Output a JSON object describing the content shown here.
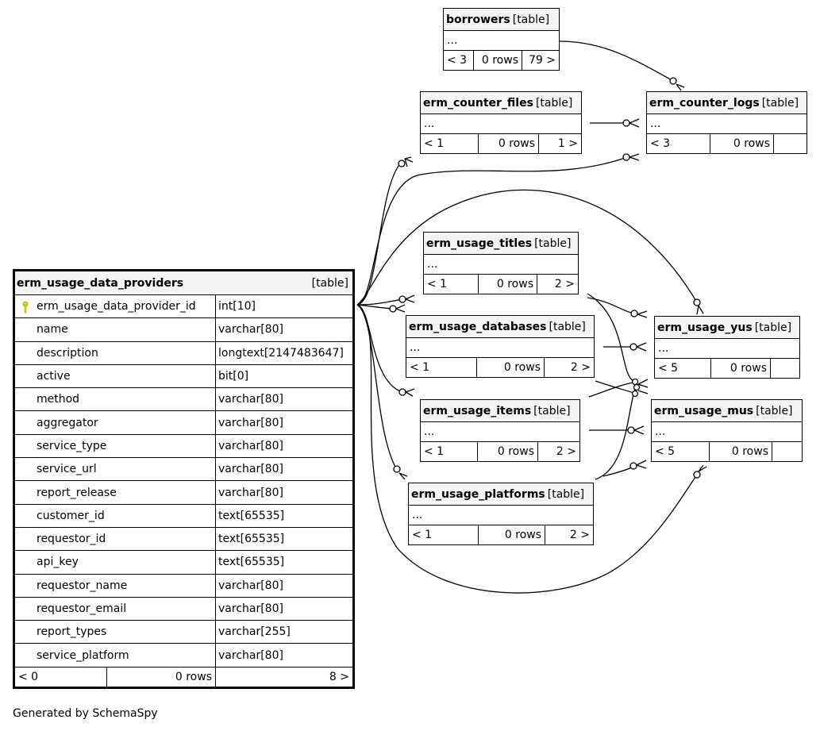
{
  "main_table": {
    "name": "erm_usage_data_providers",
    "tag": "[table]",
    "columns": [
      {
        "name": "erm_usage_data_provider_id",
        "type": "int[10]",
        "primary_key": true
      },
      {
        "name": "name",
        "type": "varchar[80]"
      },
      {
        "name": "description",
        "type": "longtext[2147483647]"
      },
      {
        "name": "active",
        "type": "bit[0]"
      },
      {
        "name": "method",
        "type": "varchar[80]"
      },
      {
        "name": "aggregator",
        "type": "varchar[80]"
      },
      {
        "name": "service_type",
        "type": "varchar[80]"
      },
      {
        "name": "service_url",
        "type": "varchar[80]"
      },
      {
        "name": "report_release",
        "type": "varchar[80]"
      },
      {
        "name": "customer_id",
        "type": "text[65535]"
      },
      {
        "name": "requestor_id",
        "type": "text[65535]"
      },
      {
        "name": "api_key",
        "type": "text[65535]"
      },
      {
        "name": "requestor_name",
        "type": "varchar[80]"
      },
      {
        "name": "requestor_email",
        "type": "varchar[80]"
      },
      {
        "name": "report_types",
        "type": "varchar[255]"
      },
      {
        "name": "service_platform",
        "type": "varchar[80]"
      }
    ],
    "footer": {
      "parents": "< 0",
      "rows": "0 rows",
      "children": "8 >"
    }
  },
  "tables": {
    "borrowers": {
      "name": "borrowers",
      "tag": "[table]",
      "dots": "...",
      "parents": "< 3",
      "rows": "0 rows",
      "children": "79 >"
    },
    "erm_counter_files": {
      "name": "erm_counter_files",
      "tag": "[table]",
      "dots": "...",
      "parents": "< 1",
      "rows": "0 rows",
      "children": "1 >"
    },
    "erm_counter_logs": {
      "name": "erm_counter_logs",
      "tag": "[table]",
      "dots": "...",
      "parents": "< 3",
      "rows": "0 rows",
      "children": ""
    },
    "erm_usage_titles": {
      "name": "erm_usage_titles",
      "tag": "[table]",
      "dots": "...",
      "parents": "< 1",
      "rows": "0 rows",
      "children": "2 >"
    },
    "erm_usage_databases": {
      "name": "erm_usage_databases",
      "tag": "[table]",
      "dots": "...",
      "parents": "< 1",
      "rows": "0 rows",
      "children": "2 >"
    },
    "erm_usage_yus": {
      "name": "erm_usage_yus",
      "tag": "[table]",
      "dots": "...",
      "parents": "< 5",
      "rows": "0 rows",
      "children": ""
    },
    "erm_usage_items": {
      "name": "erm_usage_items",
      "tag": "[table]",
      "dots": "...",
      "parents": "< 1",
      "rows": "0 rows",
      "children": "2 >"
    },
    "erm_usage_mus": {
      "name": "erm_usage_mus",
      "tag": "[table]",
      "dots": "...",
      "parents": "< 5",
      "rows": "0 rows",
      "children": ""
    },
    "erm_usage_platforms": {
      "name": "erm_usage_platforms",
      "tag": "[table]",
      "dots": "...",
      "parents": "< 1",
      "rows": "0 rows",
      "children": "2 >"
    }
  },
  "credit": "Generated by SchemaSpy",
  "colors": {
    "line": "#000000",
    "header_bg": "#f4f4f4",
    "key": "#e8d800"
  }
}
